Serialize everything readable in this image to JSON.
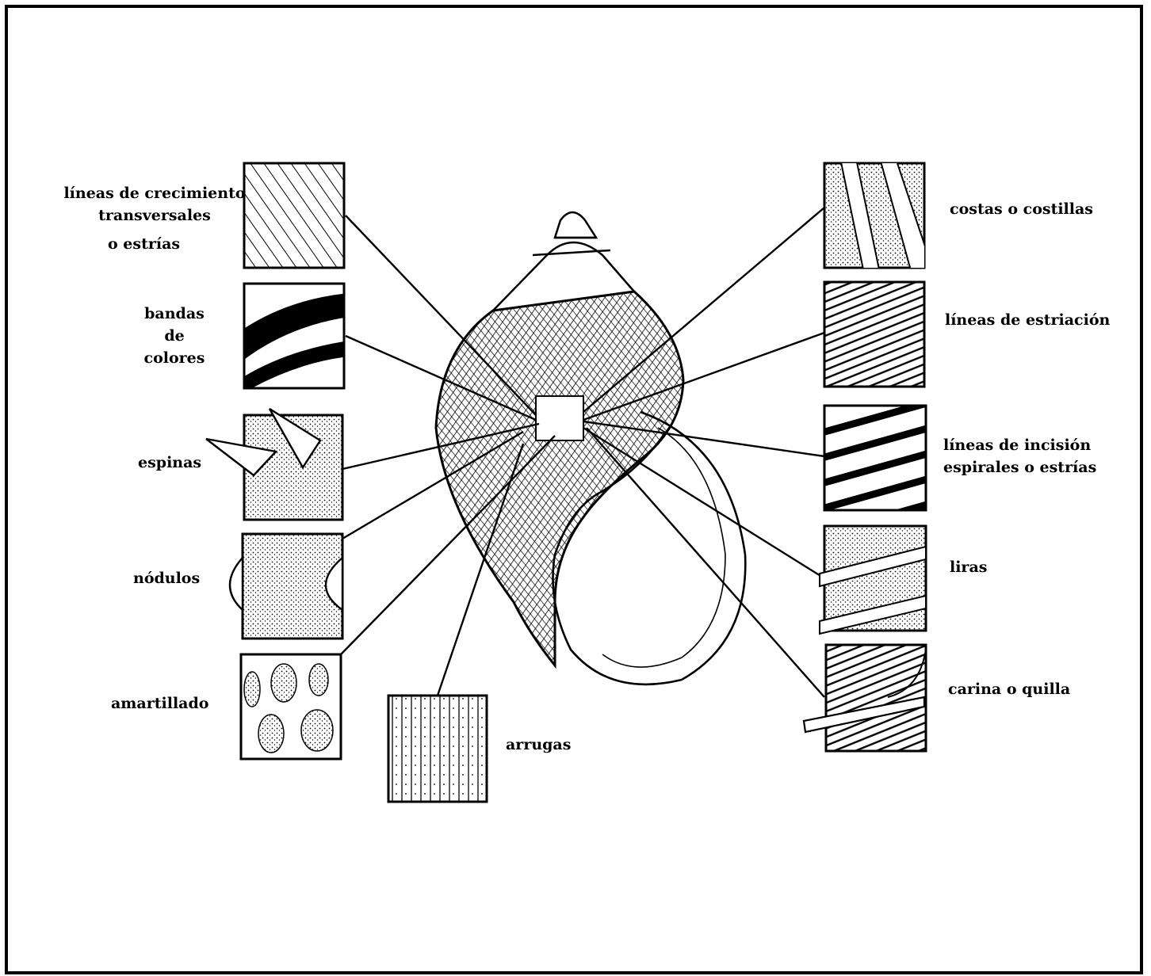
{
  "labels": {
    "lineas_crecimiento_1": "líneas de crecimiento",
    "lineas_crecimiento_2": "transversales",
    "lineas_crecimiento_3": "o estrías",
    "bandas_1": "bandas",
    "bandas_2": "de",
    "bandas_3": "colores",
    "espinas": "espinas",
    "nodulos": "nódulos",
    "amartillado": "amartillado",
    "arrugas": "arrugas",
    "costas": "costas o costillas",
    "estriacion": "líneas de estriación",
    "incision_1": "líneas de incisión",
    "incision_2": "espirales o estrías",
    "liras": "liras",
    "carina": "carina o quilla"
  }
}
